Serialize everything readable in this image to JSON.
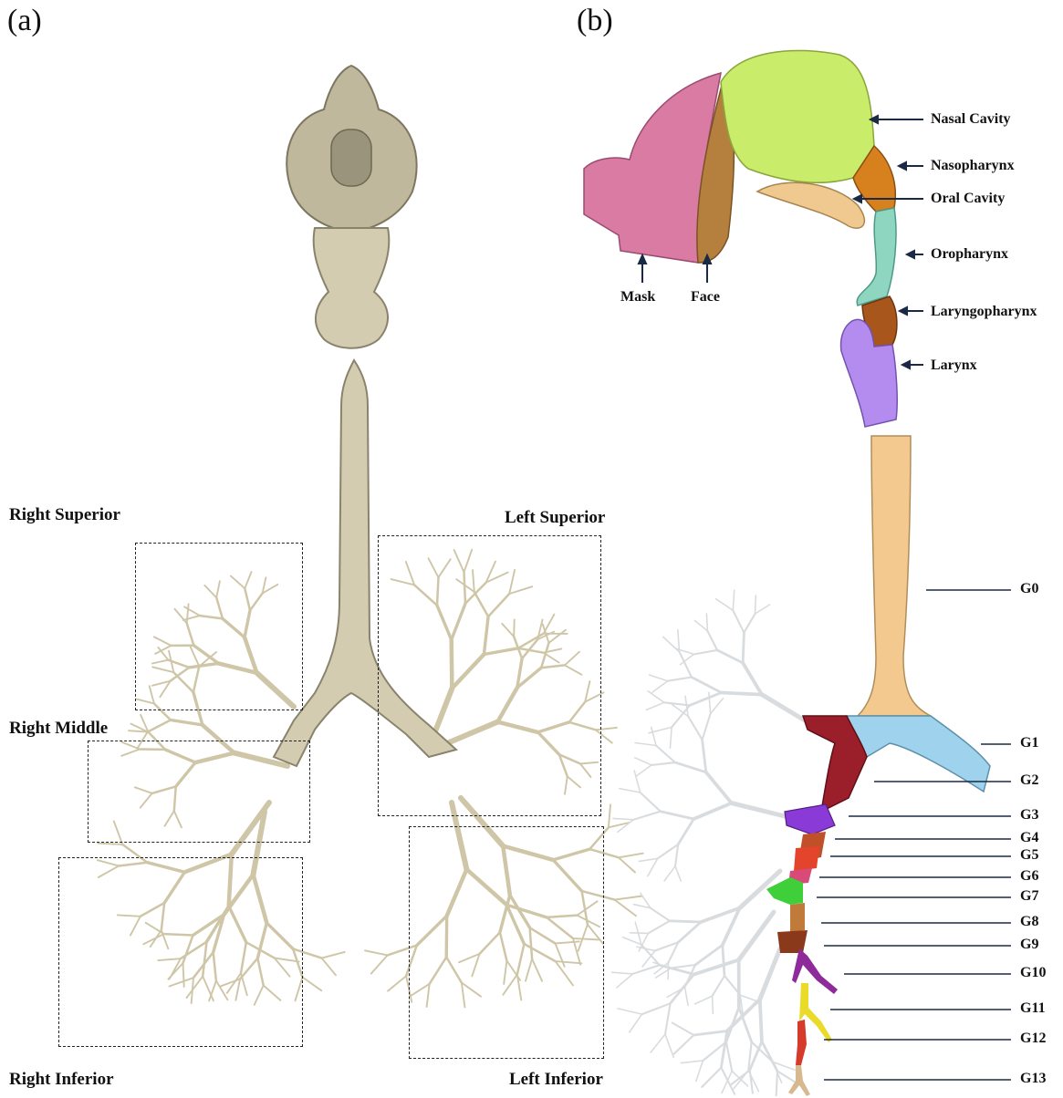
{
  "panels": {
    "a": "(a)",
    "b": "(b)"
  },
  "panel_a": {
    "regions": [
      {
        "id": "right-superior",
        "label": "Right Superior"
      },
      {
        "id": "right-middle",
        "label": "Right Middle"
      },
      {
        "id": "right-inferior",
        "label": "Right Inferior"
      },
      {
        "id": "left-superior",
        "label": "Left Superior"
      },
      {
        "id": "left-inferior",
        "label": "Left Inferior"
      }
    ]
  },
  "panel_b": {
    "upper": {
      "mask": "Mask",
      "face": "Face",
      "nasal_cavity": "Nasal Cavity",
      "nasopharynx": "Nasopharynx",
      "oral_cavity": "Oral Cavity",
      "oropharynx": "Oropharynx",
      "laryngopharynx": "Laryngopharynx",
      "larynx": "Larynx"
    },
    "generations": [
      "G0",
      "G1",
      "G2",
      "G3",
      "G4",
      "G5",
      "G6",
      "G7",
      "G8",
      "G9",
      "G10",
      "G11",
      "G12",
      "G13"
    ]
  },
  "colors": {
    "airway_tan": "#cfc6a8",
    "airway_outline": "#8a836c",
    "mask_pink": "#d97ba3",
    "face_brown": "#b5803e",
    "nasal_green": "#c9ec6a",
    "nasopharynx_orange": "#d7801e",
    "oral_peach": "#efc98f",
    "oropharynx_teal": "#8fd6c0",
    "laryngopharynx_brown": "#a8561c",
    "larynx_purple": "#b48cf0",
    "g0_peach": "#f3c98f",
    "g1_blue": "#9fd2ec",
    "g2_darkred": "#9b1f2a",
    "g3_purple": "#8a3ad6",
    "g5_red": "#e2452c",
    "g7_green": "#3fcf3a",
    "g10_purple": "#8f2a9a",
    "g11_yellow": "#eadb2a",
    "g12_red": "#d63a2a",
    "g13_tan": "#d8b98f",
    "branch_gray": "#d9dcdf"
  }
}
